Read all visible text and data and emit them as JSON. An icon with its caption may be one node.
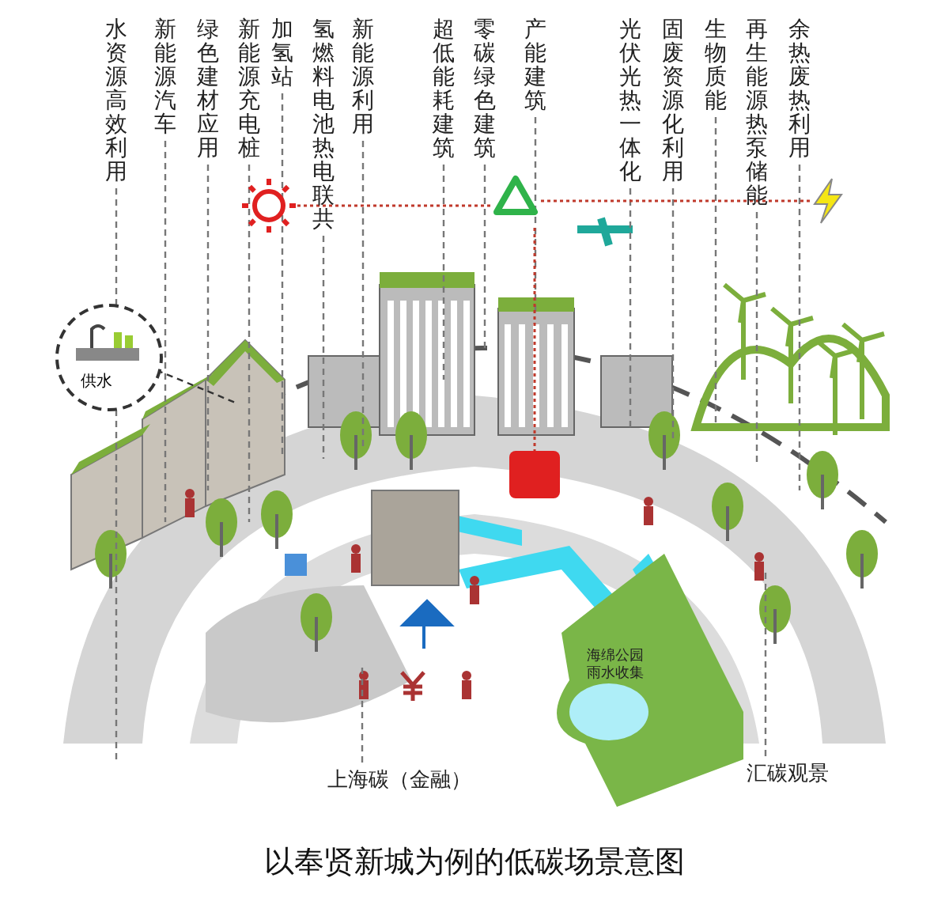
{
  "diagram": {
    "caption": "以奉贤新城为例的低碳场景意图",
    "nodes": [
      {
        "text": [
          "水资源高效利用"
        ]
      },
      {
        "text": [
          "新能源汽车"
        ]
      },
      {
        "text": [
          "绿色建材应用"
        ]
      },
      {
        "text": [
          "新能源充电桩"
        ]
      },
      {
        "text": [
          "加氢站"
        ]
      },
      {
        "text": [
          "氢燃料电池热电联共"
        ]
      },
      {
        "text": [
          "新能源利用"
        ]
      },
      {
        "text": [
          "超低能耗建筑"
        ]
      },
      {
        "text": [
          "零碳绿色建筑"
        ]
      },
      {
        "text": [
          "产能建筑"
        ]
      },
      {
        "text": [
          "光伏光热一体化"
        ]
      },
      {
        "text": [
          "固废资源化利用"
        ]
      },
      {
        "text": [
          "生物质能"
        ]
      },
      {
        "text": [
          "再生能源热泵储能"
        ]
      },
      {
        "text": [
          "余热废热利用"
        ]
      },
      {
        "text": [
          "供水"
        ]
      },
      {
        "text": [
          "海绵公园雨水收集"
        ]
      },
      {
        "text": [
          "上海碳（金融）"
        ]
      },
      {
        "text": [
          "汇碳观景"
        ]
      },
      {
        "text": [],
        "shape": "picture"
      },
      {
        "text": [],
        "shape": "picture"
      },
      {
        "text": [],
        "shape": "picture"
      }
    ],
    "edges": [
      {
        "from": 0,
        "to": null,
        "arrow": "none",
        "style": "dashed"
      },
      {
        "from": 1,
        "to": null,
        "arrow": "none",
        "style": "dashed"
      },
      {
        "from": 2,
        "to": null,
        "arrow": "none",
        "style": "dashed"
      },
      {
        "from": 3,
        "to": null,
        "arrow": "none",
        "style": "dashed"
      },
      {
        "from": 4,
        "to": null,
        "arrow": "none",
        "style": "dashed"
      },
      {
        "from": 5,
        "to": null,
        "arrow": "none",
        "style": "dashed"
      },
      {
        "from": 6,
        "to": null,
        "arrow": "none",
        "style": "dashed"
      },
      {
        "from": 7,
        "to": null,
        "arrow": "none",
        "style": "dashed"
      },
      {
        "from": 8,
        "to": null,
        "arrow": "none",
        "style": "dashed"
      },
      {
        "from": 9,
        "to": null,
        "arrow": "none",
        "style": "dashed"
      },
      {
        "from": 10,
        "to": null,
        "arrow": "none",
        "style": "dashed"
      },
      {
        "from": 11,
        "to": null,
        "arrow": "none",
        "style": "dashed"
      },
      {
        "from": 12,
        "to": null,
        "arrow": "none",
        "style": "dashed"
      },
      {
        "from": 13,
        "to": null,
        "arrow": "none",
        "style": "dashed"
      },
      {
        "from": 14,
        "to": null,
        "arrow": "none",
        "style": "dashed"
      },
      {
        "from": 15,
        "to": null,
        "arrow": "none",
        "style": "dashed",
        "color": "#333333"
      },
      {
        "from": 17,
        "to": null,
        "arrow": "none",
        "style": "dashed"
      },
      {
        "from": 18,
        "to": null,
        "arrow": "none",
        "style": "dashed"
      },
      {
        "from": 19,
        "to": 20,
        "arrow": "none",
        "style": "dashed",
        "color": "#c0392b"
      },
      {
        "from": 20,
        "to": 21,
        "arrow": "none",
        "style": "dashed",
        "color": "#c0392b"
      },
      {
        "from": 20,
        "to": null,
        "arrow": "none",
        "style": "dashed",
        "color": "#c0392b"
      }
    ]
  }
}
